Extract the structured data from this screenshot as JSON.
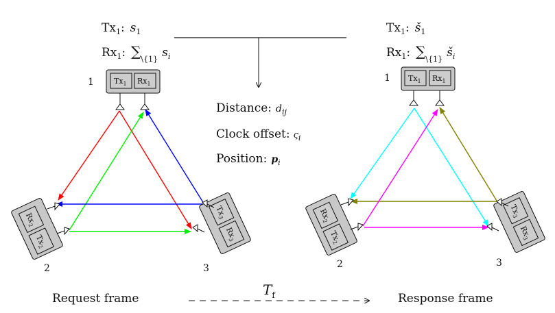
{
  "left_header": {
    "tx": "Tx",
    "tx_sub": "1",
    "tx_colon": ":",
    "tx_sym": "s",
    "tx_sym_sub": "1",
    "rx": "Rx",
    "rx_sub": "1",
    "rx_colon": ":",
    "rx_sum": "∑",
    "rx_sum_sub": "\\{1}",
    "rx_sym": "s",
    "rx_sym_sub": "i"
  },
  "right_header": {
    "tx": "Tx",
    "tx_sub": "1",
    "tx_colon": ":",
    "tx_sym": "š",
    "tx_sym_sub": "1",
    "rx": "Rx",
    "rx_sub": "1",
    "rx_colon": ":",
    "rx_sum": "∑",
    "rx_sum_sub": "\\{1}",
    "rx_sym": "š",
    "rx_sym_sub": "i"
  },
  "center_labels": {
    "distance": "Distance:",
    "distance_sym": "d",
    "distance_sub": "ij",
    "clock": "Clock offset:",
    "clock_sym": "ς",
    "clock_sub": "i",
    "position": "Position:",
    "position_sym": "p",
    "position_sub": "i"
  },
  "nodes": {
    "n1": "1",
    "n2": "2",
    "n3": "3"
  },
  "chips": {
    "tx1_t": "Tx",
    "tx1_s": "1",
    "rx1_t": "Rx",
    "rx1_s": "1",
    "tx2_t": "Tx",
    "tx2_s": "2",
    "rx2_t": "Rx",
    "rx2_s": "2",
    "tx3_t": "Tx",
    "tx3_s": "3",
    "rx3_t": "Rx",
    "rx3_s": "3"
  },
  "footer": {
    "request": "Request frame",
    "response": "Response frame",
    "tf": "T",
    "tf_sub": "f"
  },
  "colors": {
    "red": "#ff0000",
    "green": "#00ee00",
    "blue": "#0000ff",
    "cyan": "#00ffff",
    "olive": "#808000",
    "magenta": "#ff00ff",
    "device_fill": "#c8c8c8",
    "chip_fill": "#cdcdcd"
  }
}
